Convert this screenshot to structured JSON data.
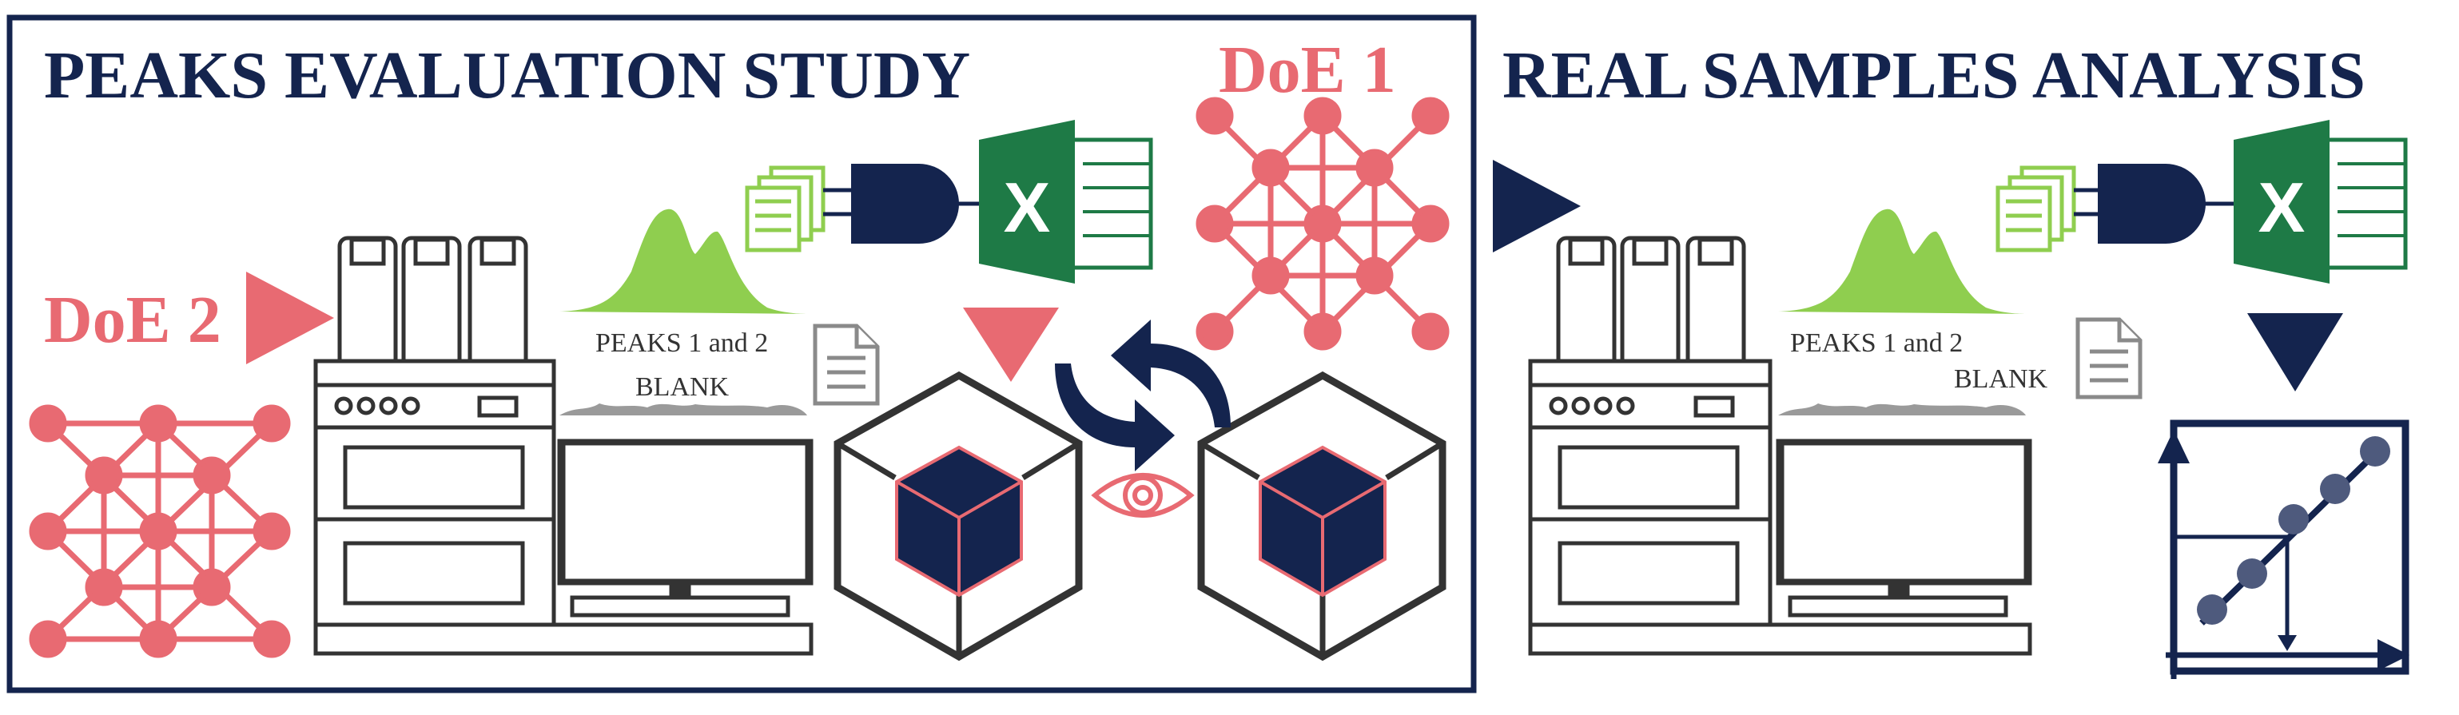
{
  "colors": {
    "navy": "#14244e",
    "coral": "#e86a72",
    "green": "#1e7a46",
    "light_green": "#8fce4f",
    "gray": "#9a9a9a",
    "dark": "#333333"
  },
  "left_panel": {
    "title": "PEAKS EVALUATION STUDY",
    "doe1_label": "DoE 1",
    "doe2_label": "DoE 2",
    "chromatogram": {
      "peaks_label": "PEAKS 1 and  2",
      "blank_label": "BLANK"
    },
    "icons": [
      "document-stack-icon",
      "plug-icon",
      "excel-icon",
      "document-icon",
      "hplc-instrument-icon",
      "computer-monitor-icon",
      "box-icon",
      "eye-icon",
      "refresh-arrows-icon"
    ]
  },
  "right_panel": {
    "title": "REAL SAMPLES ANALYSIS",
    "chromatogram": {
      "peaks_label": "PEAKS 1 and  2",
      "blank_label": "BLANK"
    },
    "icons": [
      "document-stack-icon",
      "plug-icon",
      "excel-icon",
      "document-icon",
      "hplc-instrument-icon",
      "computer-monitor-icon",
      "calibration-plot-icon"
    ]
  }
}
